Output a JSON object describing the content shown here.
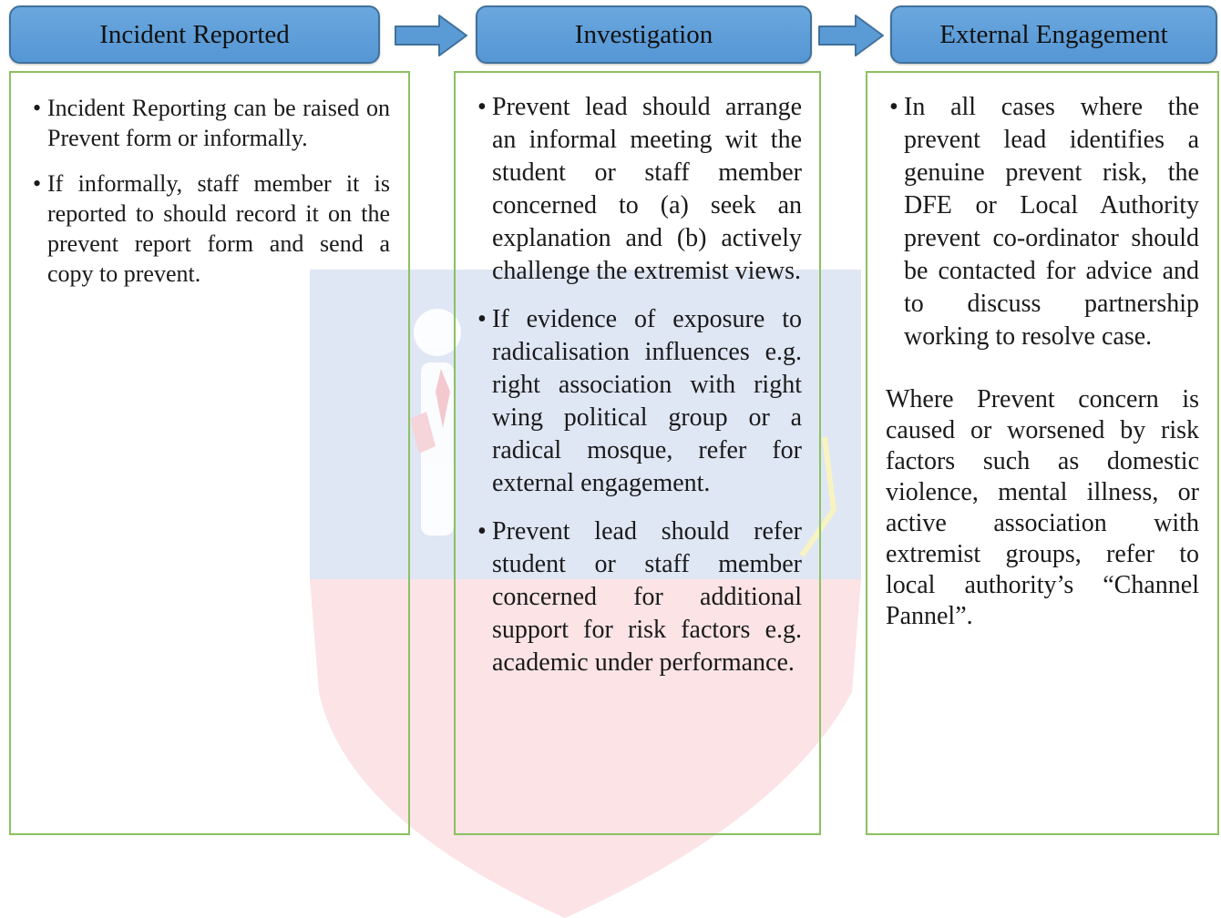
{
  "colors": {
    "stage_fill": "#5b9bd5",
    "stage_border": "#41719c",
    "panel_border": "#8cc161",
    "watermark_blue": "#dfe6f4",
    "watermark_pink": "#fbe3e6"
  },
  "stages": [
    {
      "title": "Incident Reported"
    },
    {
      "title": "Investigation"
    },
    {
      "title": "External Engagement"
    }
  ],
  "panels": {
    "incident": {
      "bullets": [
        "Incident Reporting can be raised on Prevent form or informally.",
        "If informally, staff member it is reported to should record it on the prevent report form and send a copy to prevent."
      ]
    },
    "investigation": {
      "bullets": [
        "Prevent lead should arrange an informal meeting wit the student or staff member concerned to (a) seek an explanation and (b) actively challenge the extremist views.",
        "If evidence of exposure to radicalisation influences e.g. right association with right wing political group or a radical mosque, refer for external engagement.",
        "Prevent lead should refer student or staff member concerned for additional support for risk factors e.g. academic under performance."
      ]
    },
    "external": {
      "bullets": [
        "In all cases where the prevent lead identifies a genuine prevent risk, the DFE or Local Authority prevent co-ordinator should be contacted for advice and to discuss partnership working to resolve case."
      ],
      "paragraph": "Where Prevent concern is caused or worsened by risk factors such as domestic violence, mental illness, or active association with extremist groups, refer to local authority’s “Channel Pannel”."
    }
  }
}
